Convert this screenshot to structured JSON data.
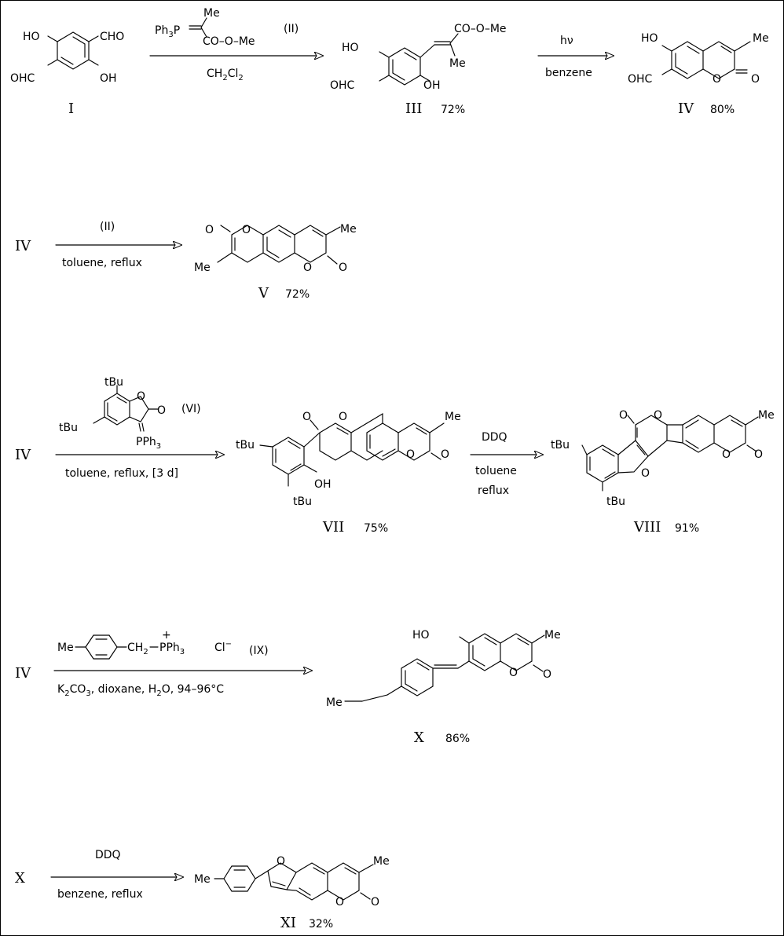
{
  "groups": {
    "OH": "OH",
    "HO": "HO",
    "CHO": "CHO",
    "OHC": "OHC",
    "Me": "Me",
    "O": "O",
    "tBu": "tBu",
    "PPh3": "PPh",
    "COOOMe": "CO–O–Me",
    "Ph3P": "Ph",
    "CH2": "CH",
    "plus": "+"
  },
  "compounds": {
    "I": {
      "label": "I",
      "yield": ""
    },
    "III": {
      "label": "III",
      "yield": "72%"
    },
    "IV": {
      "label": "IV",
      "yield": "80%"
    },
    "V": {
      "label": "V",
      "yield": "72%"
    },
    "VII": {
      "label": "VII",
      "yield": "75%"
    },
    "VIII": {
      "label": "VIII",
      "yield": "91%"
    },
    "X": {
      "label": "X",
      "yield": "86%"
    },
    "XI": {
      "label": "XI",
      "yield": "32%"
    }
  },
  "reagents": {
    "II": "(II)",
    "VI": "(VI)",
    "IX": "(IX)",
    "chloride": "Cl",
    "hv": "hν",
    "ddq": "DDQ"
  },
  "conditions": {
    "r1": "CH",
    "r1_sub": "2",
    "r1_cl": "Cl",
    "r2": "benzene",
    "r3": "toluene,  reflux",
    "r4": "toluene,  reflux,  [3 d]",
    "r5_a": "toluene",
    "r5_b": "reflux",
    "r6_k": "K",
    "r6_co": "CO",
    "r6_rest": ",    dioxane,  H",
    "r6_o": "O,  94–96°C",
    "r7": "benzene,  reflux"
  },
  "row_starts": {
    "row2": "IV",
    "row3": "IV",
    "row4": "IV",
    "row5": "X"
  }
}
